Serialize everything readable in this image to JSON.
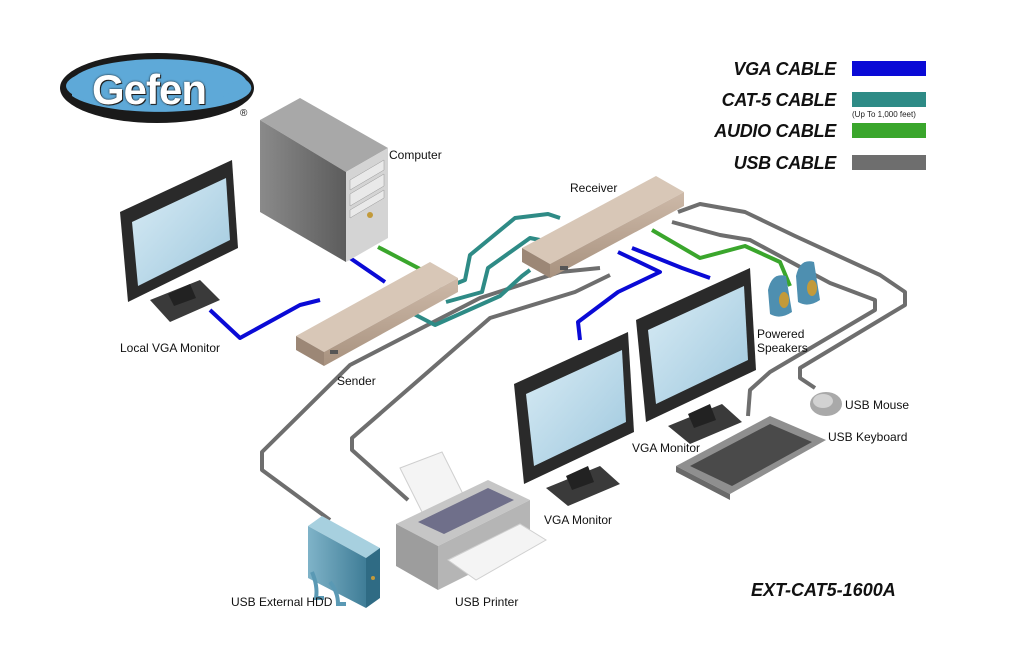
{
  "logo": {
    "text": "Gefen",
    "mark": "®"
  },
  "legend": [
    {
      "label": "VGA CABLE",
      "color": "#0a0ad6",
      "note": ""
    },
    {
      "label": "CAT-5 CABLE",
      "color": "#2e8b86",
      "note": "(Up To 1,000 feet)"
    },
    {
      "label": "AUDIO CABLE",
      "color": "#3aa62c",
      "note": ""
    },
    {
      "label": "USB CABLE",
      "color": "#6e6e6e",
      "note": ""
    }
  ],
  "devices": {
    "computer": "Computer",
    "receiver": "Receiver",
    "sender": "Sender",
    "local_monitor": "Local VGA Monitor",
    "speakers": "Powered Speakers",
    "mouse": "USB Mouse",
    "keyboard": "USB Keyboard",
    "vga_monitor_1": "VGA Monitor",
    "vga_monitor_2": "VGA Monitor",
    "hdd": "USB External HDD",
    "printer": "USB Printer"
  },
  "model": "EXT-CAT5-1600A"
}
